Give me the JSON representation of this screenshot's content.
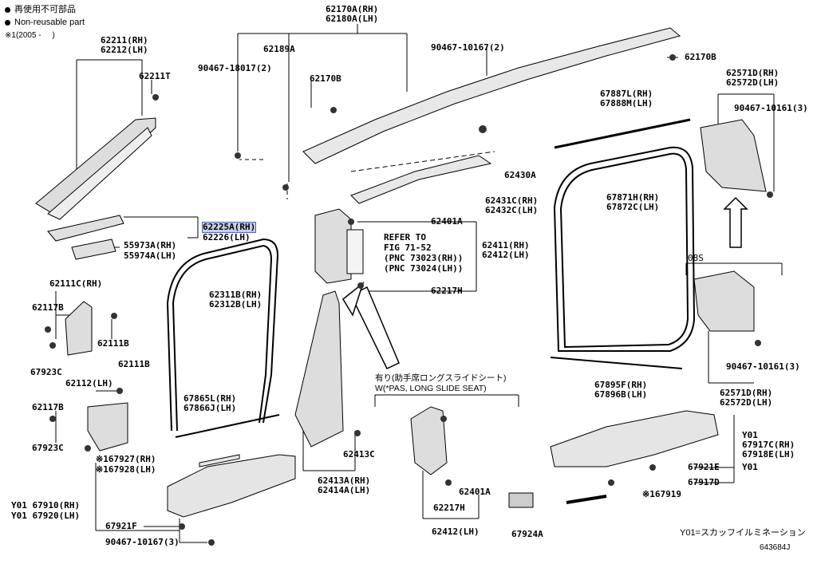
{
  "legend": {
    "reuse_jp": "再使用不可部品",
    "reuse_en": "Non-reusable part",
    "note_ref": "※1(2005 -     )"
  },
  "labels": {
    "p62170A": "62170A(RH)",
    "p62180A": "62180A(LH)",
    "p62189A": "62189A",
    "p90467_18017": "90467-18017(2)",
    "p62170B_a": "62170B",
    "p90467_10167_2": "90467-10167(2)",
    "p62170B_b": "62170B",
    "p62571D_a": "62571D(RH)",
    "p62572D_a": "62572D(LH)",
    "p90467_10161_a": "90467-10161(3)",
    "p62211": "62211(RH)",
    "p62212": "62212(LH)",
    "p62211T": "62211T",
    "p62225A": "62225A(RH)",
    "p62226": "62226(LH)",
    "p55973A": "55973A(RH)",
    "p55974A": "55974A(LH)",
    "p62430A": "62430A",
    "p62431C": "62431C(RH)",
    "p62432C": "62432C(LH)",
    "p67887L": "67887L(RH)",
    "p67888M": "67888M(LH)",
    "p67871H": "67871H(RH)",
    "p67872C": "67872C(LH)",
    "p62401A_a": "62401A",
    "refer1": "REFER TO",
    "refer2": "FIG 71-52",
    "refer3": "(PNC 73023(RH))",
    "refer4": "(PNC 73024(LH))",
    "p62411": "62411(RH)",
    "p62412_a": "62412(LH)",
    "p62217H_a": "62217H",
    "p08S": "08S",
    "p62111C": "62111C(RH)",
    "p62117B_a": "62117B",
    "p62111B_a": "62111B",
    "p67923C_a": "67923C",
    "p62311B": "62311B(RH)",
    "p62312B": "62312B(LH)",
    "p62111B_b": "62111B",
    "p62112": "62112(LH)",
    "p62117B_b": "62117B",
    "p67923C_b": "67923C",
    "p67865L": "67865L(RH)",
    "p67866J": "67866J(LH)",
    "p62413C": "62413C",
    "p62413A": "62413A(RH)",
    "p62414A": "62414A(LH)",
    "seat_jp": "有り(助手席ロングスライドシート)",
    "seat_en": "W(*PAS, LONG SLIDE SEAT)",
    "p62401A_b": "62401A",
    "p62217H_b": "62217H",
    "p62412_b": "62412(LH)",
    "p67924A": "67924A",
    "p67895F": "67895F(RH)",
    "p67896B": "67896B(LH)",
    "p90467_10161_b": "90467-10161(3)",
    "p62571D_b": "62571D(RH)",
    "p62572D_b": "62572D(LH)",
    "pY01a": "Y01",
    "p67917C": "67917C(RH)",
    "p67918E": "67918E(LH)",
    "p67921E": "67921E",
    "pY01b": "Y01",
    "p67917D": "67917D",
    "p67919": "※167919",
    "p67927": "※167927(RH)",
    "p67928": "※167928(LH)",
    "p67910": "Y01 67910(RH)",
    "p67920": "Y01 67920(LH)",
    "p67921F": "67921F",
    "p90467_10167_3": "90467-10167(3)",
    "footnote": "Y01=スカッフイルミネーション",
    "diagram_id": "643684J"
  }
}
